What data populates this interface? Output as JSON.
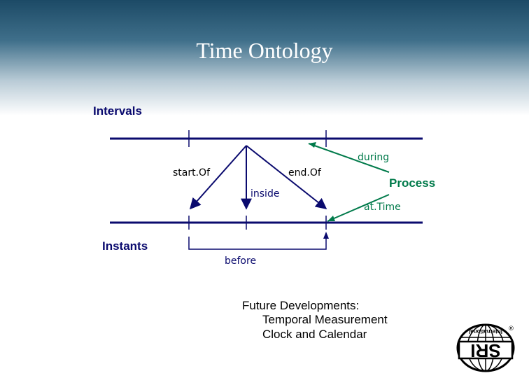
{
  "slide": {
    "title": "Time Ontology",
    "header_gradient": [
      "#1c4a66",
      "#ffffff"
    ]
  },
  "diagram": {
    "line_color": "#0a0a6e",
    "green": "#007a4a",
    "labels": {
      "intervals": "Intervals",
      "instants": "Instants",
      "start_of": "start.Of",
      "end_of": "end.Of",
      "inside": "inside",
      "during": "during",
      "process": "Process",
      "at_time": "at.Time",
      "before": "before"
    }
  },
  "notes": {
    "heading": "Future Developments:",
    "items": [
      "Temporal Measurement",
      "Clock and Calendar"
    ]
  },
  "logo": {
    "text": "SRI",
    "top_text": "International",
    "registered": "®"
  }
}
